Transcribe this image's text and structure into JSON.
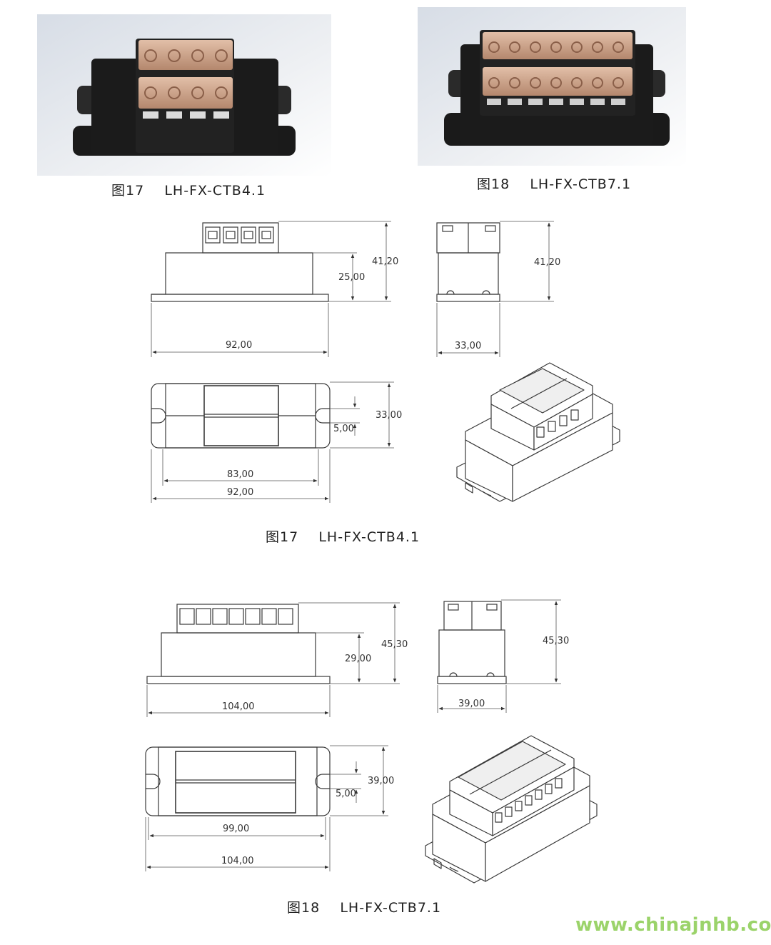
{
  "photo_captions": {
    "left": "图17    LH-FX-CTB4.1",
    "right": "图18    LH-FX-CTB7.1"
  },
  "drawing_captions": {
    "ctb4": "图17    LH-FX-CTB4.1",
    "ctb7": "图18    LH-FX-CTB7.1"
  },
  "ctb4_dims": {
    "overall_height": "41,20",
    "body_height": "25,00",
    "length": "92,00",
    "side_height": "41,20",
    "side_width": "33,00",
    "top_width": "33,00",
    "slot_width": "5,00",
    "hole_spacing": "83,00",
    "top_length": "92,00"
  },
  "ctb7_dims": {
    "overall_height": "45,30",
    "body_height": "29,00",
    "length": "104,00",
    "side_height": "45,30",
    "side_width": "39,00",
    "top_width": "39,00",
    "slot_width": "5,00",
    "hole_spacing": "99,00",
    "top_length": "104,00"
  },
  "watermark": "www.chinajnhb.com",
  "colors": {
    "housing": "#1b1b1b",
    "terminal_cover": "#c89e86",
    "line": "#3a3a3a",
    "watermark": "#9bd36a"
  }
}
